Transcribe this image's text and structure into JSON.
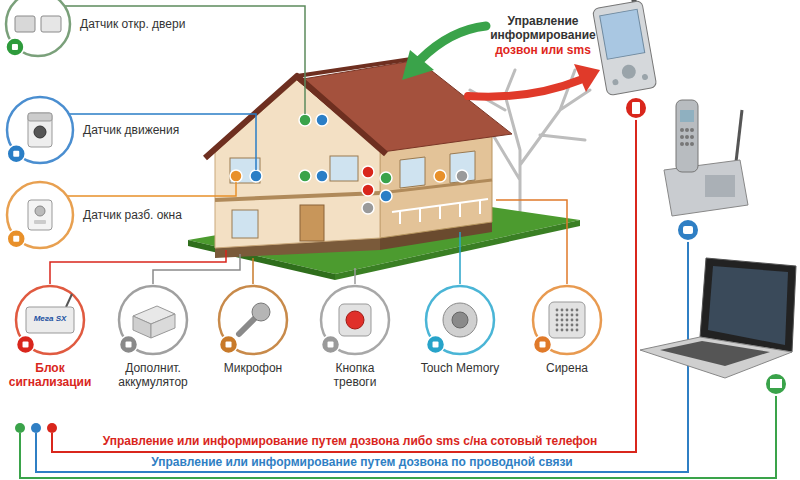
{
  "diagram": {
    "nodes": [
      {
        "text": [
          "Датчик откр. двери"
        ]
      },
      {
        "text": [
          "Датчик движения"
        ]
      },
      {
        "text": [
          "Датчик разб. окна"
        ]
      },
      {
        "text": [
          "Блок сигнализации"
        ]
      },
      {
        "text": [
          "Дополнит. аккумулятор"
        ]
      },
      {
        "text": [
          "Микрофон"
        ]
      },
      {
        "text": [
          "Кнопка тревоги"
        ]
      },
      {
        "text": [
          "Touch Memory"
        ]
      },
      {
        "text": [
          "Сирена"
        ]
      }
    ],
    "labels": [
      "Управление информирование",
      "дозвон или sms",
      "Управление или информирование путем дозвона либо sms с/на сотовый телефон",
      "Управление или информирование путем дозвона по проводной связи",
      "Мега SX"
    ]
  }
}
